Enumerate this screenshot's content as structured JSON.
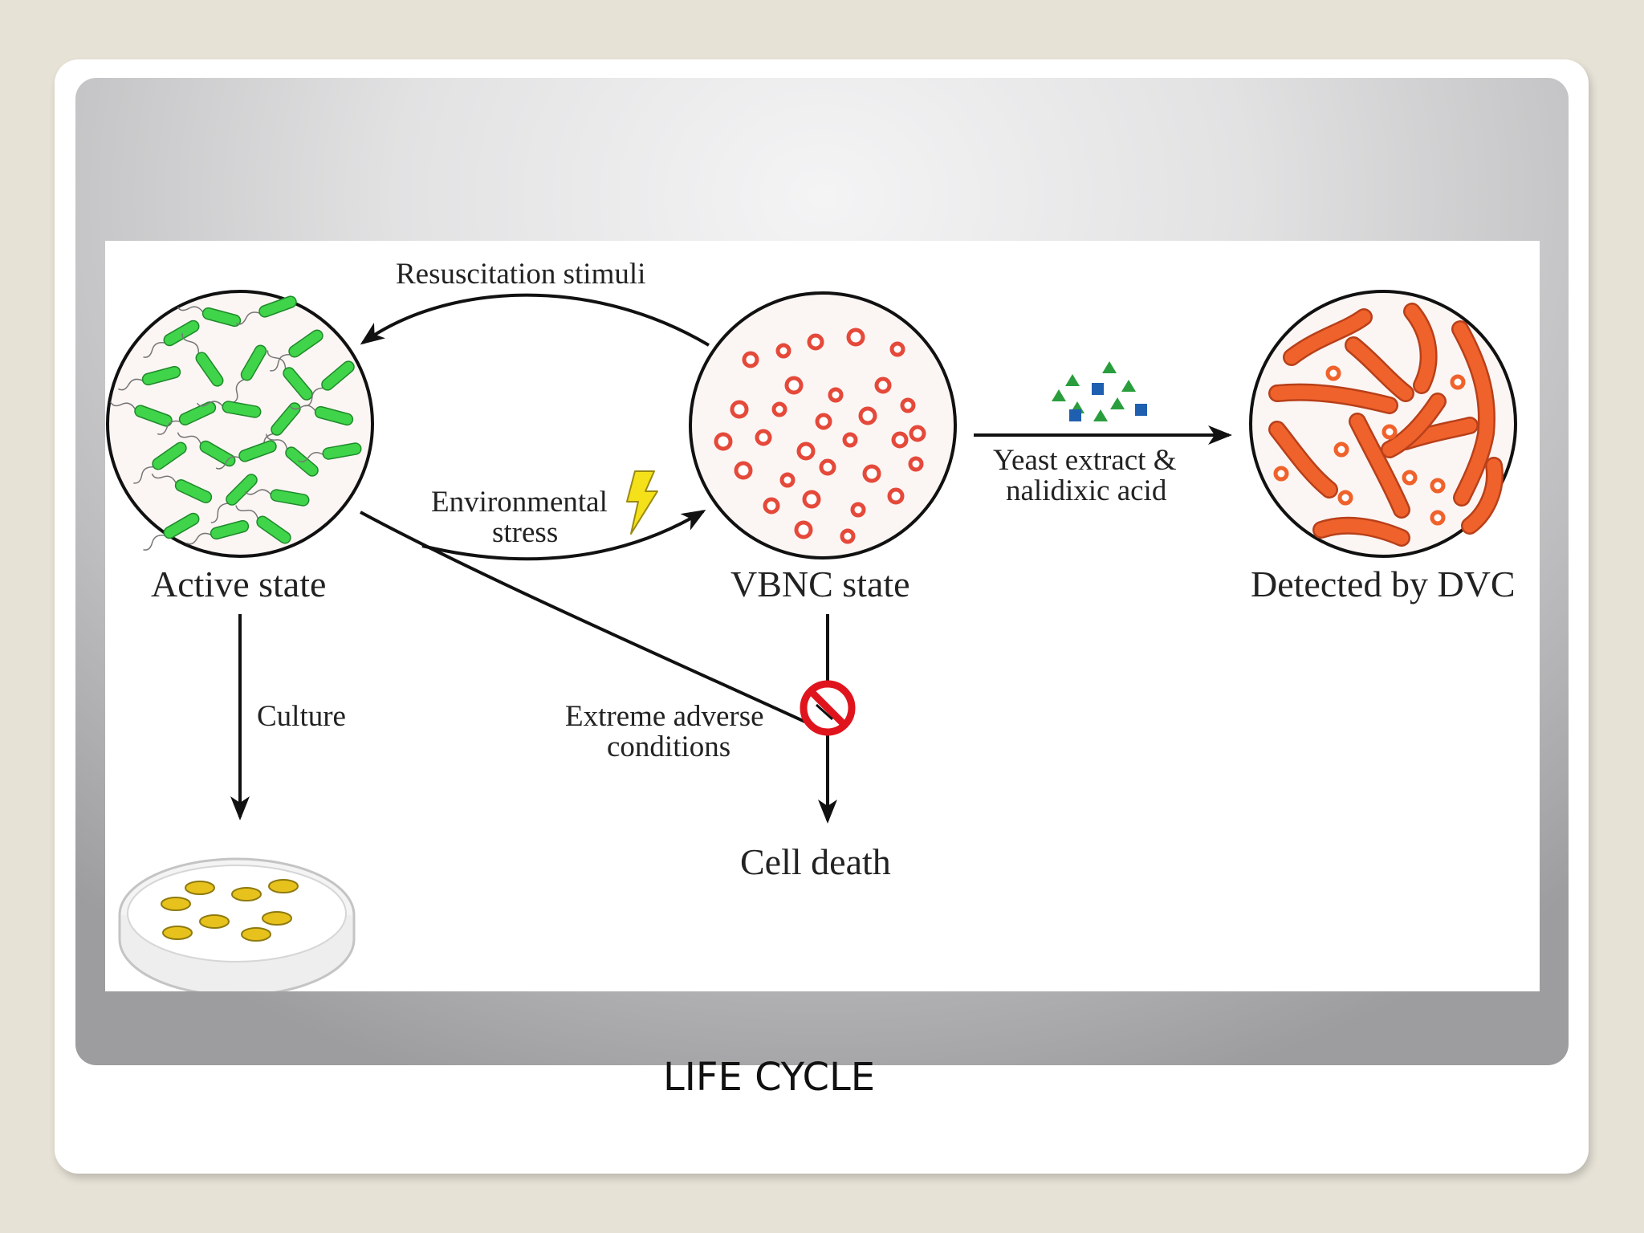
{
  "diagram": {
    "states": {
      "active": "Active state",
      "vbnc": "VBNC state",
      "detected": "Detected by DVC",
      "death": "Cell death"
    },
    "transitions": {
      "resuscitation": "Resuscitation stimuli",
      "env_stress_line1": "Environmental",
      "env_stress_line2": "stress",
      "yeast_line1": "Yeast extract &",
      "yeast_line2": "nalidixic acid",
      "culture": "Culture",
      "extreme_line1": "Extreme adverse",
      "extreme_line2": "conditions"
    },
    "colors": {
      "active_bacteria": "#3fd44a",
      "vbnc_cells": "#e5493a",
      "detected_bacteria": "#f0622b",
      "triangles": "#2a9e3c",
      "squares": "#1f5fb0",
      "prohibition": "#e0141d",
      "lightning": "#f4e11a",
      "colonies": "#e8c21c"
    },
    "icons": [
      "lightning-icon",
      "prohibition-icon",
      "petri-dish-icon"
    ]
  },
  "caption": "LIFE CYCLE"
}
